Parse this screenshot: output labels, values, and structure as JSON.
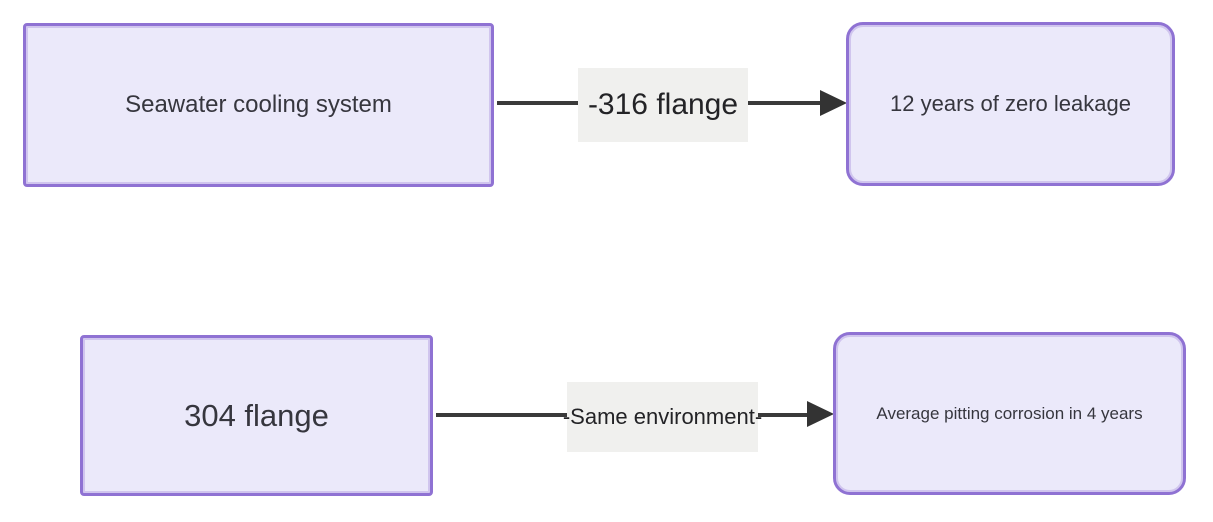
{
  "diagram": {
    "type": "flowchart",
    "orientation": "left-to-right",
    "background_color": "#ffffff",
    "node_fill_color": "#ebe9fa",
    "node_border_color": "#8f72d3",
    "edge_color": "#3a3a3a",
    "edge_label_background": "#f0f0ee",
    "text_color": "#36363e",
    "rows": [
      {
        "source": {
          "label": "Seawater cooling system",
          "shape": "rectangle"
        },
        "edge": {
          "label": "-316 flange"
        },
        "target": {
          "label": "12 years of zero leakage",
          "shape": "rounded-rectangle"
        }
      },
      {
        "source": {
          "label": "304 flange",
          "shape": "rectangle"
        },
        "edge": {
          "label": "-Same environment-"
        },
        "target": {
          "label": "Average pitting corrosion in 4 years",
          "shape": "rounded-rectangle"
        }
      }
    ]
  }
}
